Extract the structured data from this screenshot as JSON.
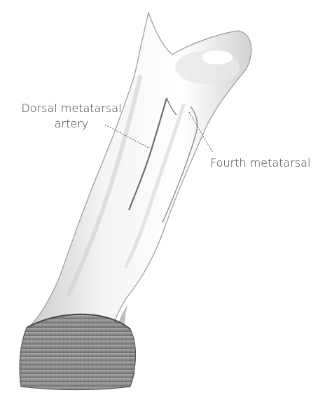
{
  "figure": {
    "labels": {
      "dorsal_metatarsal_artery": {
        "line1": "Dorsal metatarsal",
        "line2": "artery"
      },
      "fourth_metatarsal": "Fourth metatarsal"
    }
  }
}
